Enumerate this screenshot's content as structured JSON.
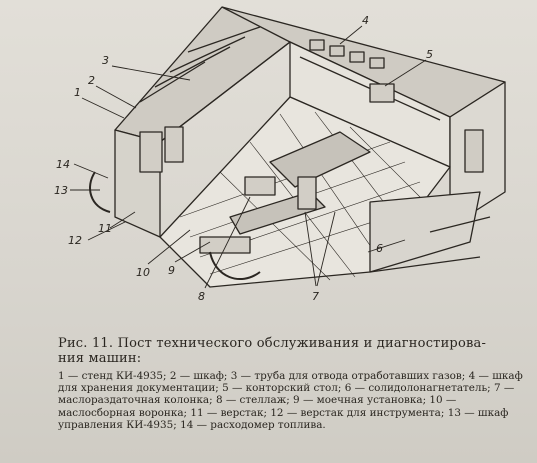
{
  "figure": {
    "callouts": [
      "1",
      "2",
      "3",
      "4",
      "5",
      "6",
      "7",
      "8",
      "9",
      "10",
      "11",
      "12",
      "13",
      "14"
    ]
  },
  "caption": {
    "label": "Рис. 11.",
    "title_line1": "Пост технического обслуживания и диагностирова-",
    "title_line2": "ния машин:"
  },
  "legend": [
    "1 — стенд КИ-4935;",
    "2 — шкаф;",
    "3 — труба для отвода отработавших газов;",
    "4 — шкаф для хранения документации;",
    "5 — конторский стол;",
    "6 — солидолонагнетатель;",
    "7 — маслораздаточная колонка;",
    "8 — стеллаж;",
    "9 — моечная установка;",
    "10 — маслосборная воронка;",
    "11 — верстак;",
    "12 — верстак для инструмента;",
    "13 — шкаф управления КИ-4935;",
    "14 — расходомер топлива."
  ]
}
